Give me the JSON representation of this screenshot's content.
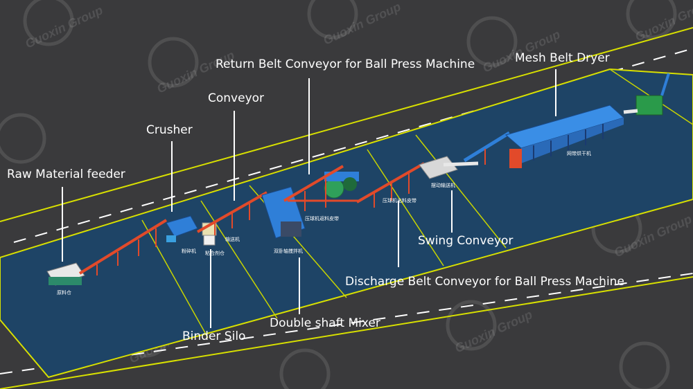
{
  "watermark": {
    "text": "Guoxin Group"
  },
  "colors": {
    "background": "#3a3a3c",
    "floor": "#1e4466",
    "floor_lines": "#d8e000",
    "conveyor": "#e24a2a",
    "dryer": "#2f7fd8",
    "leader": "#ffffff"
  },
  "labels": {
    "raw_material_feeder": "Raw Material feeder",
    "crusher": "Crusher",
    "conveyor": "Conveyor",
    "return_belt": "Return Belt Conveyor for Ball Press Machine",
    "mesh_belt_dryer": "Mesh Belt Dryer",
    "swing_conveyor": "Swing Conveyor",
    "discharge_belt": "Discharge Belt Conveyor for Ball Press Machine",
    "double_shaft_mixer": "Double shaft Mixer",
    "binder_silo": "Binder Silo"
  },
  "machine_tags": {
    "feeder": "原料仓",
    "crusher": "粉碎机",
    "binder": "粘合剂仓",
    "conveyor": "输送机",
    "mixer": "双卧轴搅拌机",
    "press_belt": "压球机返料皮带",
    "discharge": "压球机出料皮带",
    "swing": "摆动输送机",
    "dryer": "网带烘干机"
  }
}
